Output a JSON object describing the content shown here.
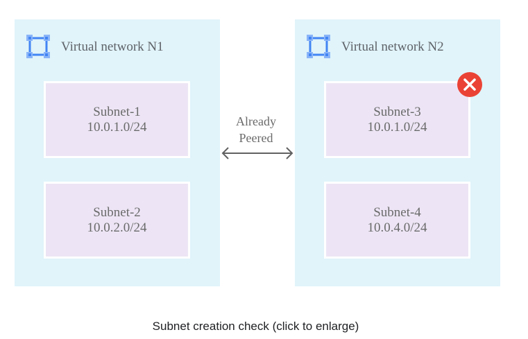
{
  "vnets": [
    {
      "title": "Virtual network N1",
      "icon": "virtual-network-icon",
      "subnets": [
        {
          "name": "Subnet-1",
          "cidr": "10.0.1.0/24"
        },
        {
          "name": "Subnet-2",
          "cidr": "10.0.2.0/24"
        }
      ]
    },
    {
      "title": "Virtual network N2",
      "icon": "virtual-network-icon",
      "subnets": [
        {
          "name": "Subnet-3",
          "cidr": "10.0.1.0/24"
        },
        {
          "name": "Subnet-4",
          "cidr": "10.0.4.0/24"
        }
      ]
    }
  ],
  "peering": {
    "label_line1": "Already",
    "label_line2": "Peered",
    "arrow": "double-headed-arrow"
  },
  "error_badge": {
    "icon": "error-x-icon",
    "color": "#ea4335"
  },
  "caption": "Subnet creation check (click to enlarge)",
  "colors": {
    "vnet_background": "#e0f4fa",
    "subnet_background": "#ede5f5",
    "icon_blue": "#4285f4"
  }
}
